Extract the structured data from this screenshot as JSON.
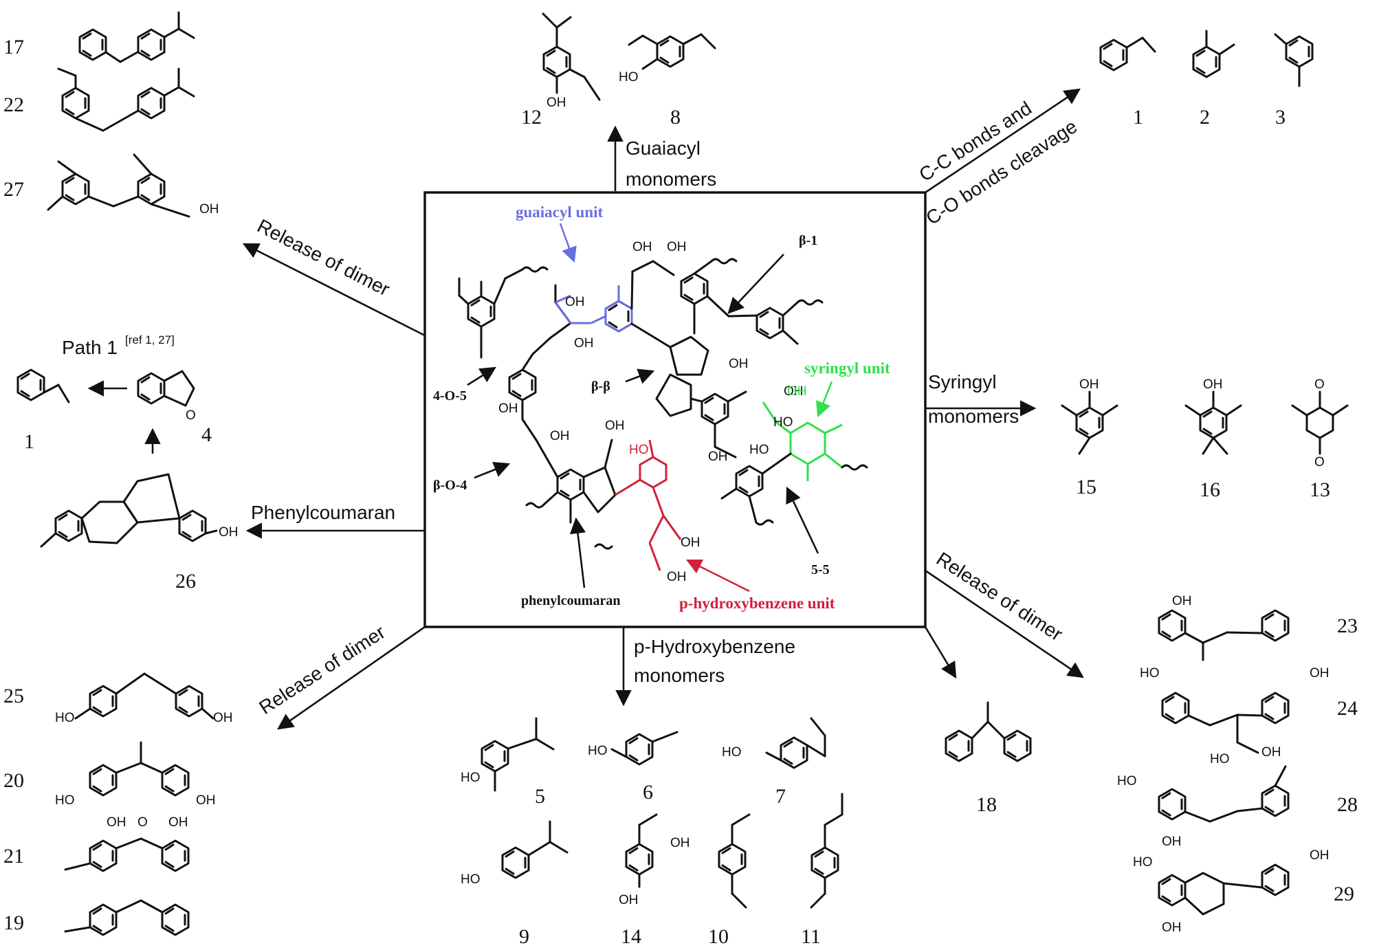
{
  "labels": {
    "guaiacyl_monomers_1": "Guaiacyl",
    "guaiacyl_monomers_2": "monomers",
    "cc_bonds": "C-C bonds and",
    "co_bonds": "C-O bonds cleavage",
    "syringyl_monomers_1": "Syringyl",
    "syringyl_monomers_2": "monomers",
    "release_dimer_tl": "Release of dimer",
    "release_dimer_bl": "Release of dimer",
    "release_dimer_br": "Release of dimer",
    "phenylcoumaran_arrow": "Phenylcoumaran",
    "phb_monomers_1": "p-Hydroxybenzene",
    "phb_monomers_2": "monomers",
    "path1": "Path 1",
    "path1_ref": "[ref 1, 27]"
  },
  "center": {
    "guaiacyl_unit": "guaiacyl unit",
    "syringyl_unit": "syringyl unit",
    "phb_unit": "p-hydroxybenzene unit",
    "phenylcoumaran": "phenylcoumaran",
    "b1": "β-1",
    "bb": "β-β",
    "o45": "4-O-5",
    "bo4": "β-O-4",
    "l55": "5-5"
  },
  "compounds": {
    "c1": "1",
    "c2": "2",
    "c3": "3",
    "c4": "4",
    "c1b": "1",
    "c5": "5",
    "c6": "6",
    "c7": "7",
    "c8": "8",
    "c9": "9",
    "c10": "10",
    "c11": "11",
    "c12": "12",
    "c13": "13",
    "c14": "14",
    "c15": "15",
    "c16": "16",
    "c17": "17",
    "c18": "18",
    "c19": "19",
    "c20": "20",
    "c21": "21",
    "c22": "22",
    "c23": "23",
    "c24": "24",
    "c25": "25",
    "c26": "26",
    "c27": "27",
    "c28": "28",
    "c29": "29"
  },
  "atoms": {
    "oh": "OH",
    "ho": "HO",
    "o": "O"
  },
  "colors": {
    "guaiacyl": "#6a6ee0",
    "syringyl": "#2fe04a",
    "phb": "#d0203a",
    "ink": "#111111"
  }
}
